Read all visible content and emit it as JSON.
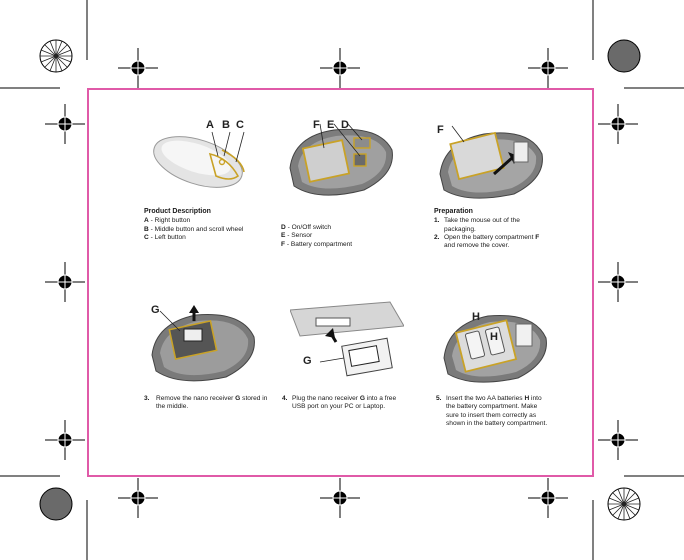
{
  "product_description": {
    "heading": "Product Description",
    "items": [
      {
        "key": "A",
        "sep": " - ",
        "text": "Right button"
      },
      {
        "key": "B",
        "sep": " - ",
        "text": "Middle button and scroll wheel"
      },
      {
        "key": "C",
        "sep": " - ",
        "text": "Left button"
      }
    ]
  },
  "features": {
    "items": [
      {
        "key": "D",
        "sep": " - ",
        "text": "On/Off switch"
      },
      {
        "key": "E",
        "sep": " - ",
        "text": "Sensor"
      },
      {
        "key": "F",
        "sep": " - ",
        "text": "Battery compartment"
      }
    ]
  },
  "preparation": {
    "heading": "Preparation",
    "step1": {
      "num": "1.",
      "text": "Take the mouse out of the packaging."
    },
    "step2": {
      "num": "2.",
      "pre": "Open the battery compartment ",
      "key": "F",
      "post": " and remove the cover."
    }
  },
  "step3": {
    "num": "3.",
    "pre": "Remove the nano receiver ",
    "key": "G",
    "post": " stored in the middle."
  },
  "step4": {
    "num": "4.",
    "pre": "Plug the nano receiver ",
    "key": "G",
    "post": " into a free USB port on your PC or Laptop."
  },
  "step5": {
    "num": "5.",
    "pre": "Insert the two AA batteries ",
    "key": "H",
    "post": " into the battery compartment. Make sure to insert them correctly as shown in the battery compartment."
  },
  "callouts": {
    "mouse_top": [
      "A",
      "B",
      "C"
    ],
    "mouse_bottom": [
      "F",
      "E",
      "D"
    ],
    "prep": "F",
    "receiver": "G",
    "usb": "G",
    "batteries": [
      "H",
      "H"
    ]
  },
  "colors": {
    "trim": "#e05aa8",
    "highlight": "#c9a227"
  }
}
